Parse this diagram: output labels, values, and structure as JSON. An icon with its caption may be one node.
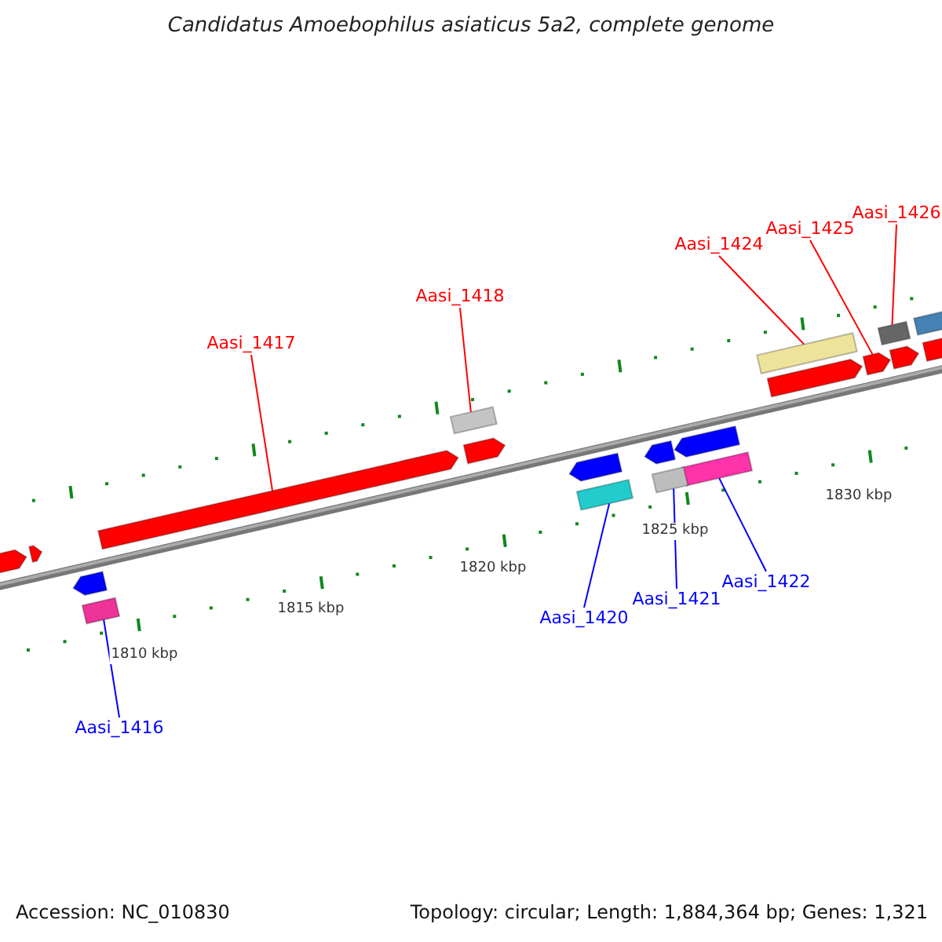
{
  "diagram": {
    "title": "Candidatus Amoebophilus asiaticus 5a2, complete genome",
    "nodes": [
      {
        "text": [
          "Aasi_1426"
        ]
      },
      {
        "text": [
          "Aasi_1425"
        ]
      },
      {
        "text": [
          "Aasi_1424"
        ]
      },
      {
        "text": [
          "Aasi_1418"
        ]
      },
      {
        "text": [
          "Aasi_1417"
        ]
      },
      {
        "text": [
          "Aasi_1422"
        ]
      },
      {
        "text": [
          "Aasi_1421"
        ]
      },
      {
        "text": [
          "Aasi_1420"
        ]
      },
      {
        "text": [
          "Aasi_1416"
        ]
      },
      {
        "text": [],
        "shape": "box"
      },
      {
        "text": [],
        "shape": "pentagon"
      },
      {
        "text": [],
        "shape": "box"
      },
      {
        "text": [],
        "shape": "box"
      },
      {
        "text": [],
        "shape": "pentagon"
      },
      {
        "text": [],
        "shape": "box"
      },
      {
        "text": [],
        "shape": "box"
      },
      {
        "text": [],
        "shape": "box"
      },
      {
        "text": [],
        "shape": "box"
      },
      {
        "text": [],
        "shape": "pentagon"
      },
      {
        "text": [],
        "shape": "pentagon"
      },
      {
        "text": [],
        "shape": "pentagon"
      },
      {
        "text": [],
        "shape": "pentagon"
      },
      {
        "text": [],
        "shape": "pentagon"
      },
      {
        "text": [],
        "shape": "pentagon"
      },
      {
        "text": [],
        "shape": "pentagon"
      },
      {
        "text": [],
        "shape": "pentagon"
      },
      {
        "text": [],
        "shape": "pentagon"
      },
      {
        "text": [],
        "shape": "box"
      },
      {
        "text": [],
        "shape": "pentagon"
      }
    ],
    "edges": [
      {
        "from": 0,
        "to": 9,
        "arrow": "none"
      },
      {
        "from": 1,
        "to": 10,
        "arrow": "none"
      },
      {
        "from": 2,
        "to": 11,
        "arrow": "none"
      },
      {
        "from": 3,
        "to": 12,
        "arrow": "none"
      },
      {
        "from": 4,
        "to": 13,
        "arrow": "none"
      },
      {
        "from": 5,
        "to": 14,
        "arrow": "none",
        "color": "#0000ff"
      },
      {
        "from": 6,
        "to": 15,
        "arrow": "none",
        "color": "#0000ff"
      },
      {
        "from": 7,
        "to": 16,
        "arrow": "none",
        "color": "#0000ff"
      },
      {
        "from": 8,
        "to": 17,
        "arrow": "none",
        "color": "#0000ff"
      }
    ],
    "labels": [
      "1830 kbp",
      "1825 kbp",
      "1820 kbp",
      "1815 kbp",
      "1810 kbp",
      "Accession: NC_010830",
      "Topology: circular; Length: 1,884,364 bp; Genes: 1,321"
    ]
  }
}
